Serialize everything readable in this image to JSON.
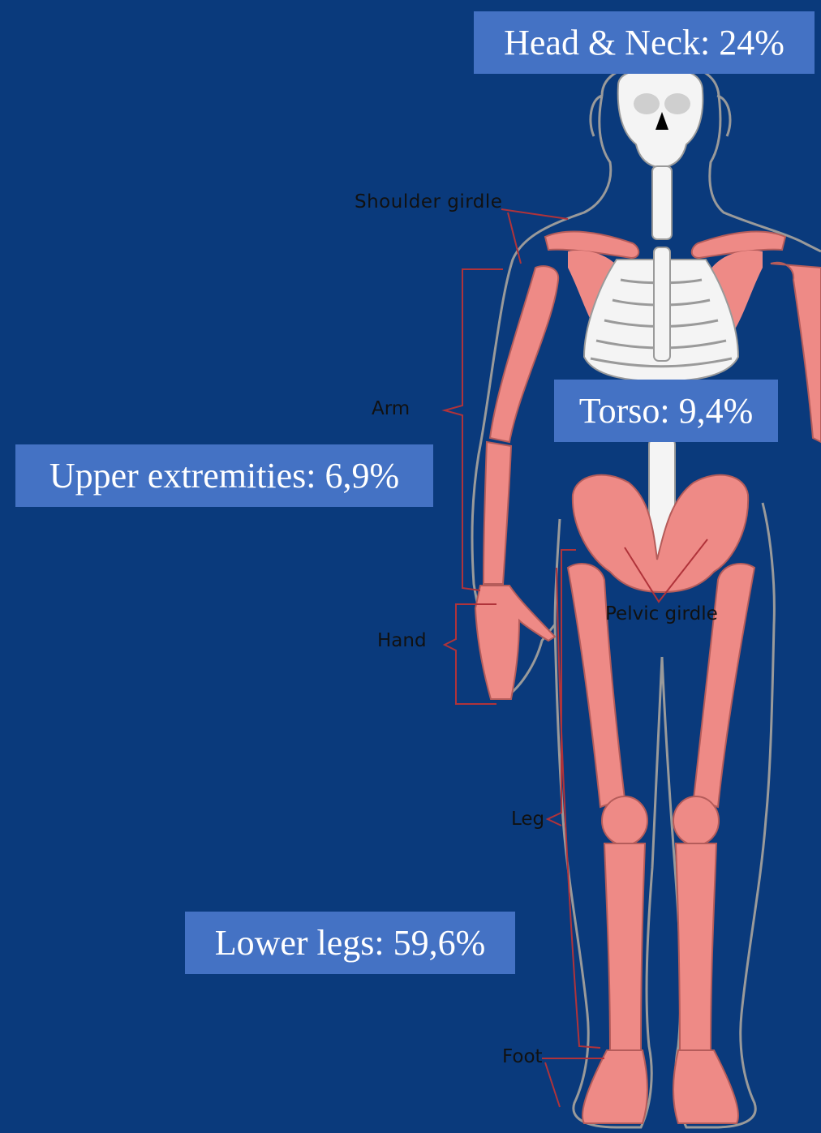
{
  "stats": {
    "head_neck": "Head & Neck: 24%",
    "torso": "Torso: 9,4%",
    "upper_extremities": "Upper extremities: 6,9%",
    "lower_legs": "Lower legs: 59,6%"
  },
  "anatomy_labels": {
    "shoulder_girdle": "Shoulder girdle",
    "arm": "Arm",
    "hand": "Hand",
    "pelvic_girdle": "Pelvic girdle",
    "leg": "Leg",
    "foot": "Foot"
  },
  "colors": {
    "background": "#0a3a7c",
    "stat_box": "#4472c4",
    "highlighted_bone": "#ee8a86",
    "unhighlighted_bone": "#f4f4f4",
    "body_outline": "#9a9a9a",
    "leader_line": "#b0333a"
  }
}
